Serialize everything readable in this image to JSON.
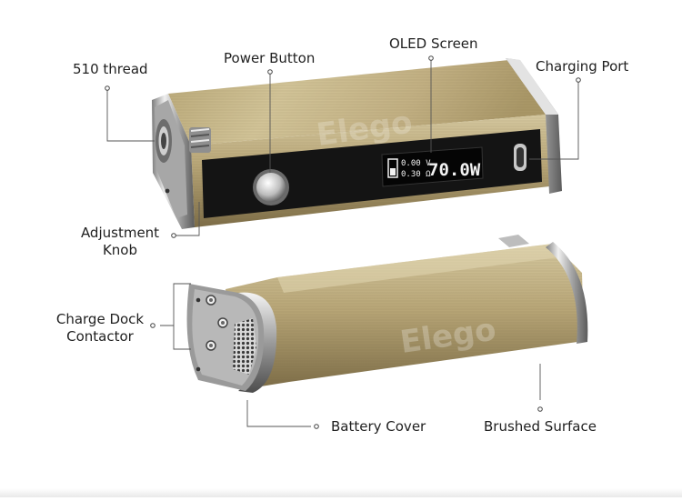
{
  "callouts": {
    "thread_510": "510 thread",
    "power_button": "Power Button",
    "oled_screen": "OLED Screen",
    "charging_port": "Charging Port",
    "adjustment_knob_line1": "Adjustment",
    "adjustment_knob_line2": "Knob",
    "charge_dock_line1": "Charge Dock",
    "charge_dock_line2": "Contactor",
    "battery_cover": "Battery Cover",
    "brushed_surface": "Brushed Surface"
  },
  "screen": {
    "top_reading": "0.00 V",
    "bottom_reading": "0.30 Ω",
    "wattage": "70.0W"
  },
  "watermark": "Elego",
  "colors": {
    "brass_light": "#c9b98d",
    "brass_dark": "#8a7b55",
    "chrome": "#d8d8d8",
    "panel": "#121212",
    "oled": "#f2f2f2"
  }
}
